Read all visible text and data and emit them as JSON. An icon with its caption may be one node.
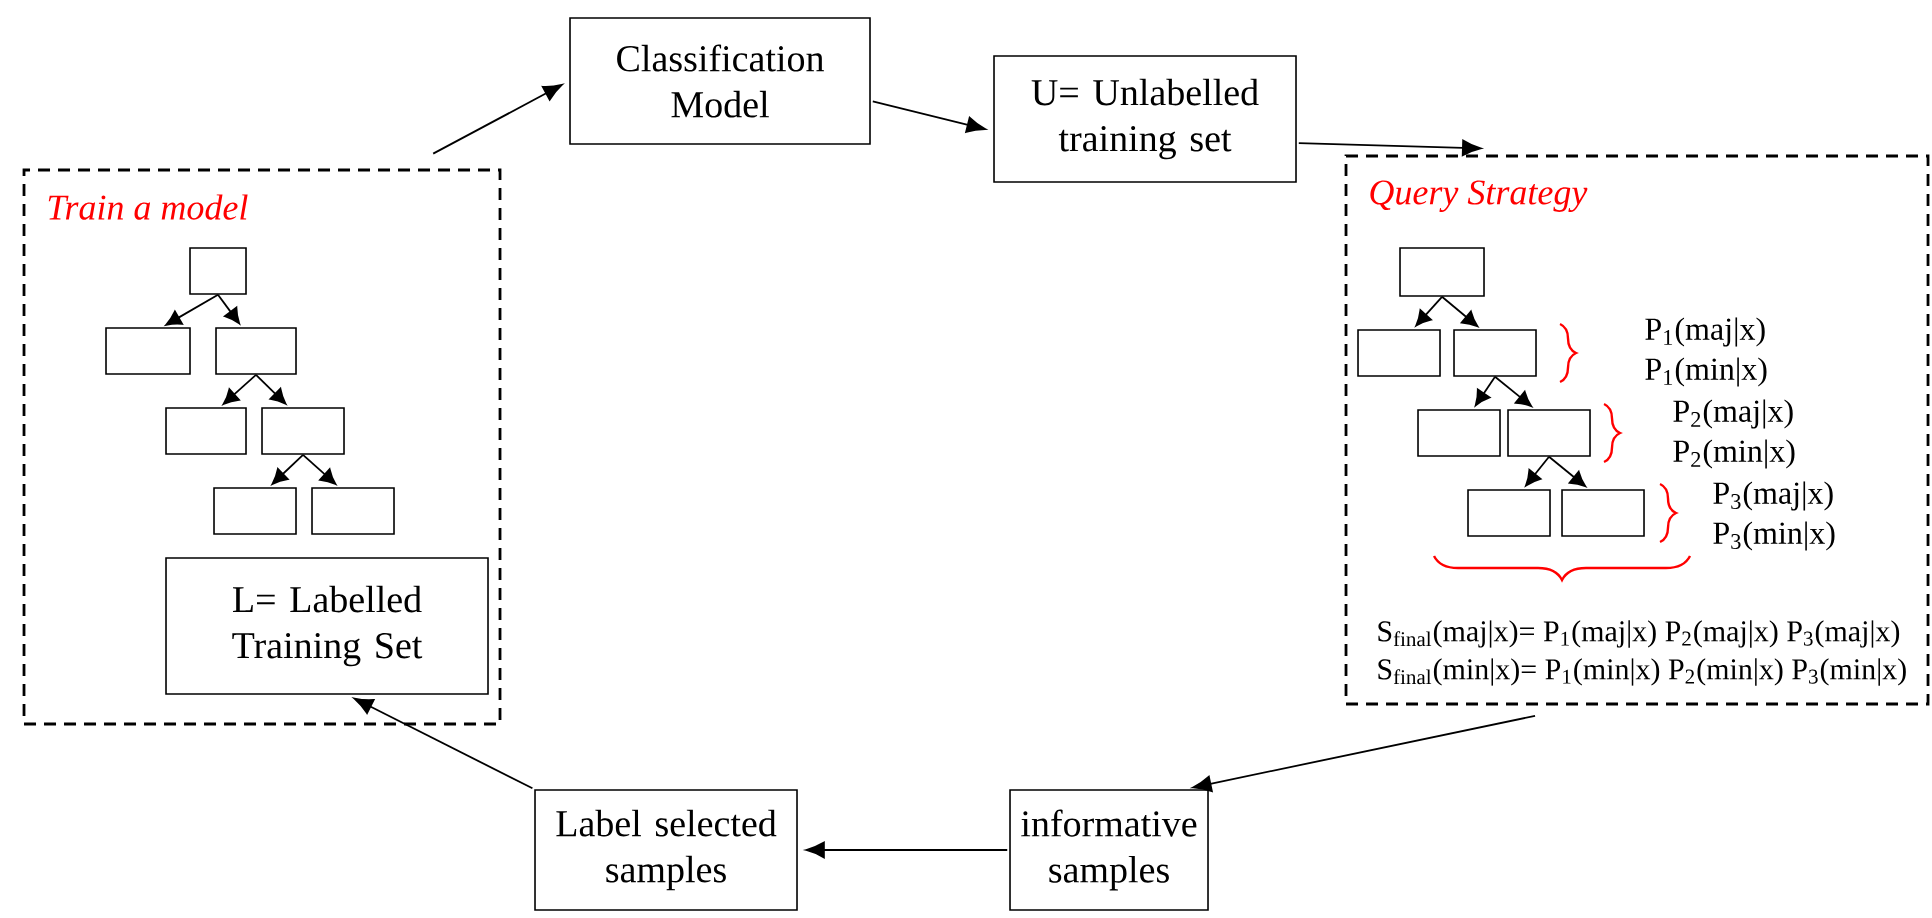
{
  "diagram": {
    "nodes": [
      {
        "text": [
          "Train a model"
        ]
      },
      {
        "text": [],
        "shape": "box",
        "in": 0
      },
      {
        "text": [],
        "shape": "box",
        "in": 0
      },
      {
        "text": [],
        "shape": "box",
        "in": 0
      },
      {
        "text": [],
        "shape": "box",
        "in": 0
      },
      {
        "text": [],
        "shape": "box",
        "in": 0
      },
      {
        "text": [],
        "shape": "box",
        "in": 0
      },
      {
        "text": [],
        "shape": "box",
        "in": 0
      },
      {
        "text": [
          "L= Labelled Training Set"
        ],
        "in": 0
      },
      {
        "text": [
          "Classification Model"
        ]
      },
      {
        "text": [
          "U= Unlabelled training set"
        ]
      },
      {
        "text": [
          "Query Strategy"
        ]
      },
      {
        "text": [],
        "shape": "box",
        "in": 11
      },
      {
        "text": [],
        "shape": "box",
        "in": 11
      },
      {
        "text": [],
        "shape": "box",
        "in": 11
      },
      {
        "text": [],
        "shape": "box",
        "in": 11
      },
      {
        "text": [],
        "shape": "box",
        "in": 11
      },
      {
        "text": [],
        "shape": "box",
        "in": 11
      },
      {
        "text": [],
        "shape": "box",
        "in": 11
      },
      {
        "text": [
          "informative samples"
        ]
      },
      {
        "text": [
          "Label selected samples"
        ]
      }
    ],
    "edges": [
      {
        "from": 0,
        "to": 9,
        "arrow": "to"
      },
      {
        "from": 9,
        "to": 10,
        "arrow": "to"
      },
      {
        "from": 10,
        "to": 11,
        "arrow": "to"
      },
      {
        "from": 11,
        "to": 19,
        "arrow": "to"
      },
      {
        "from": 19,
        "to": 20,
        "arrow": "to"
      },
      {
        "from": 20,
        "to": 8,
        "arrow": "to"
      },
      {
        "from": 1,
        "to": 2,
        "arrow": "to"
      },
      {
        "from": 1,
        "to": 3,
        "arrow": "to"
      },
      {
        "from": 3,
        "to": 4,
        "arrow": "to"
      },
      {
        "from": 3,
        "to": 5,
        "arrow": "to"
      },
      {
        "from": 5,
        "to": 6,
        "arrow": "to"
      },
      {
        "from": 5,
        "to": 7,
        "arrow": "to"
      },
      {
        "from": 12,
        "to": 13,
        "arrow": "to"
      },
      {
        "from": 12,
        "to": 14,
        "arrow": "to"
      },
      {
        "from": 14,
        "to": 15,
        "arrow": "to"
      },
      {
        "from": 14,
        "to": 16,
        "arrow": "to"
      },
      {
        "from": 16,
        "to": 17,
        "arrow": "to"
      },
      {
        "from": 16,
        "to": 18,
        "arrow": "to"
      }
    ],
    "labels": [
      "P$_{1}$(maj|x)",
      "P$_{1}$(min|x)",
      "P$_{2}$(maj|x)",
      "P$_{2}$(min|x)",
      "P$_{3}$(maj|x)",
      "P$_{3}$(min|x)",
      "S$_{final}$(maj|x)= P$_{1}$(maj|x) P$_{2}$(maj|x) P$_{3}$(maj|x)",
      "S$_{final}$(min|x)= P$_{1}$(min|x) P$_{2}$(min|x) P$_{3}$(min|x)"
    ]
  }
}
